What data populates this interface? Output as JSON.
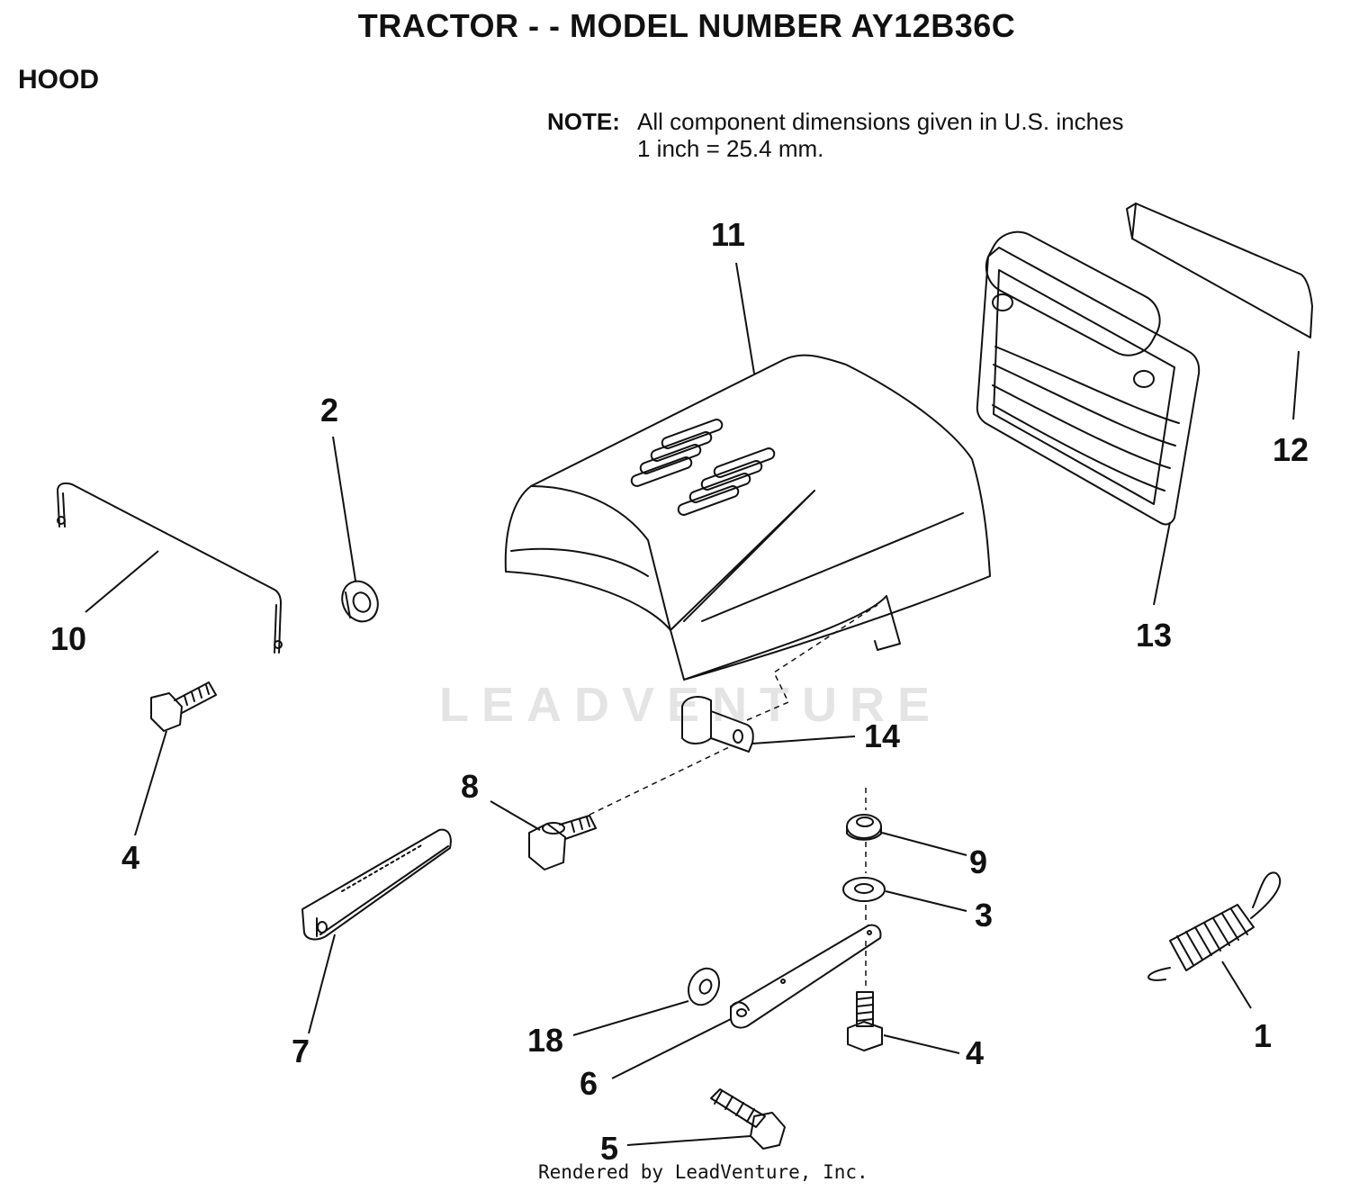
{
  "header": {
    "title": "TRACTOR - - MODEL NUMBER AY12B36C",
    "section": "HOOD"
  },
  "note": {
    "label": "NOTE:",
    "line1": "All component dimensions given in U.S. inches",
    "line2": "1 inch = 25.4 mm."
  },
  "watermark": "LEADVENTURE",
  "footer": {
    "credit": "Rendered by LeadVenture, Inc."
  },
  "callouts": {
    "c1": "1",
    "c2": "2",
    "c3": "3",
    "c4a": "4",
    "c4b": "4",
    "c5": "5",
    "c6": "6",
    "c7": "7",
    "c8": "8",
    "c9": "9",
    "c10": "10",
    "c11": "11",
    "c12": "12",
    "c13": "13",
    "c14": "14",
    "c18": "18"
  }
}
